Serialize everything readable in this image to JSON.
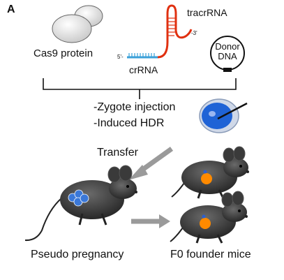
{
  "panel_label": "A",
  "components": {
    "cas9_label": "Cas9 protein",
    "tracrrna_label": "tracrRNA",
    "crrna_label": "crRNA",
    "five_prime": "5'-",
    "three_prime": "-3'",
    "donor_line1": "Donor",
    "donor_line2": "DNA"
  },
  "steps": {
    "zygote_injection": "-Zygote injection",
    "induced_hdr": "-Induced HDR",
    "transfer": "Transfer"
  },
  "labels": {
    "pseudo_pregnancy": "Pseudo pregnancy",
    "founder_mice": "F0 founder mice"
  },
  "colors": {
    "cas9_fill": "#dcdcdc",
    "rna_red": "#e03010",
    "crrna_blue": "#3aa0d8",
    "zygote_blue": "#1f63d6",
    "mouse_body": "#333333",
    "marker_orange": "#ff8a00",
    "arrow_gray": "#9a9a9a"
  }
}
